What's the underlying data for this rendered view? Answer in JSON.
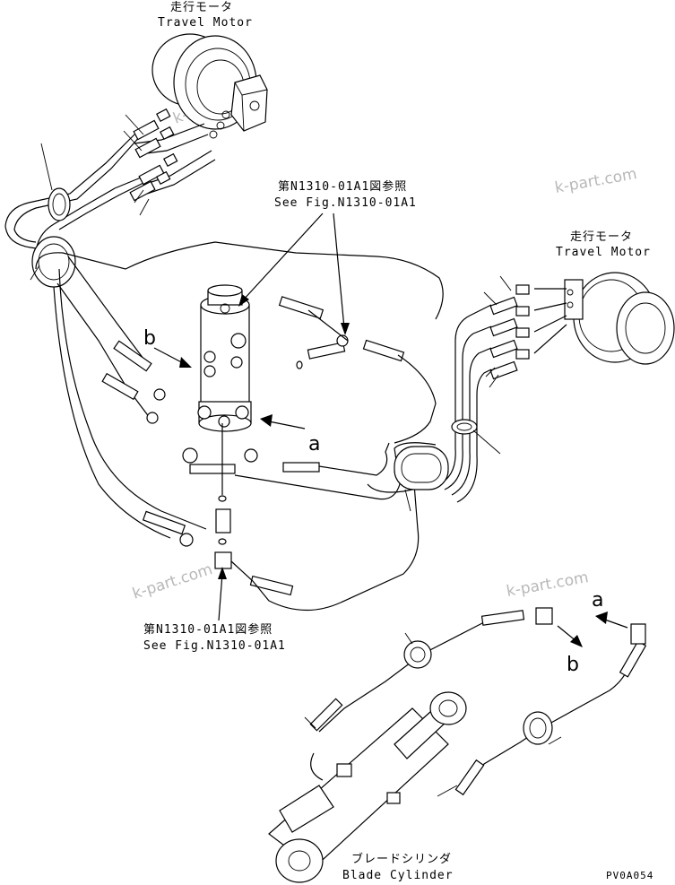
{
  "labels": {
    "travel_motor_top_jp": "走行モータ",
    "travel_motor_top_en": "Travel Motor",
    "travel_motor_right_jp": "走行モータ",
    "travel_motor_right_en": "Travel Motor",
    "see_fig_top_jp": "第N1310-01A1図参照",
    "see_fig_top_en": "See Fig.N1310-01A1",
    "see_fig_bottom_jp": "第N1310-01A1図参照",
    "see_fig_bottom_en": "See Fig.N1310-01A1",
    "blade_cylinder_jp": "ブレードシリンダ",
    "blade_cylinder_en": "Blade Cylinder",
    "view_a_1": "a",
    "view_b_1": "b",
    "view_a_2": "a",
    "view_b_2": "b",
    "drawing_code": "PV0A054"
  },
  "watermarks": [
    "k-part.com",
    "k-part.com",
    "k-part.com",
    "k-part.com"
  ]
}
